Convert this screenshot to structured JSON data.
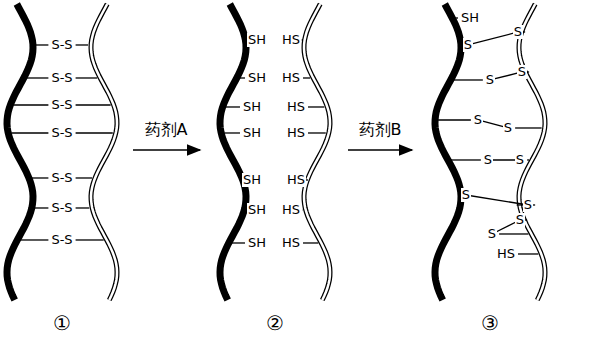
{
  "diagram": {
    "labels": [
      "S-S",
      "S-S",
      "S-S",
      "S-S",
      "S-S",
      "S-S",
      "S-S",
      "SH",
      "HS",
      "SH",
      "HS",
      "SH",
      "HS",
      "SH",
      "HS",
      "SH",
      "HS",
      "SH",
      "HS",
      "SH",
      "HS",
      "药剂A",
      "药剂B",
      "SH",
      "S",
      "S",
      "S",
      "S",
      "S",
      "S",
      "S",
      "S",
      "S",
      "S",
      "S",
      "S",
      "HS",
      "①",
      "②",
      "③"
    ]
  }
}
